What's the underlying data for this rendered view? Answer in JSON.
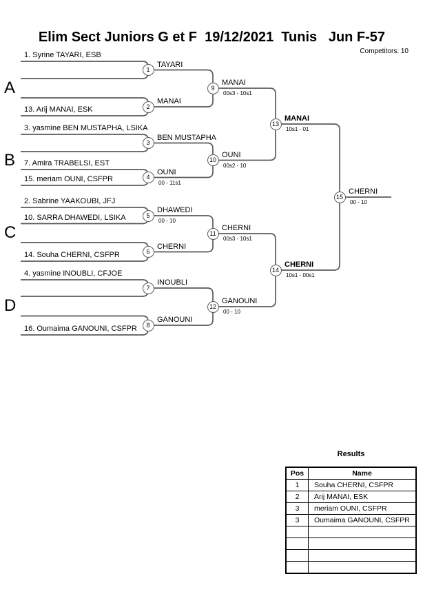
{
  "header": {
    "title": "Elim Sect Juniors G et F  19/12/2021  Tunis   Jun F-57",
    "competitors": "Competitors: 10"
  },
  "bracket": {
    "group_labels": [
      "A",
      "B",
      "C",
      "D"
    ],
    "players": [
      "1. Syrine TAYARI, ESB",
      "13. Arij MANAI, ESK",
      "3. yasmine BEN MUSTAPHA, LSIKA",
      "7. Amira TRABELSI, EST",
      "15. meriam OUNI, CSFPR",
      "2. Sabrine YAAKOUBI, JFJ",
      "10. SARRA DHAWEDI, LSIKA",
      "14. Souha CHERNI, CSFPR",
      "4. yasmine INOUBLI, CFJOE",
      "16. Oumaima GANOUNI, CSFPR"
    ],
    "matches": [
      {
        "no": "1",
        "winner": "TAYARI"
      },
      {
        "no": "2",
        "winner": "MANAI"
      },
      {
        "no": "3",
        "winner": "BEN MUSTAPHA"
      },
      {
        "no": "4",
        "winner": "OUNI",
        "score": "00 - 11s1"
      },
      {
        "no": "5",
        "winner": "DHAWEDI",
        "score": "00 - 10"
      },
      {
        "no": "6",
        "winner": "CHERNI"
      },
      {
        "no": "7",
        "winner": "INOUBLI"
      },
      {
        "no": "8",
        "winner": "GANOUNI"
      },
      {
        "no": "9",
        "winner": "MANAI",
        "score": "00s3 - 10s1"
      },
      {
        "no": "10",
        "winner": "OUNI",
        "score": "00s2 - 10"
      },
      {
        "no": "11",
        "winner": "CHERNI",
        "score": "00s3 - 10s1"
      },
      {
        "no": "12",
        "winner": "GANOUNI",
        "score": "00 - 10"
      },
      {
        "no": "13",
        "winner": "MANAI",
        "score": "10s1 - 01"
      },
      {
        "no": "14",
        "winner": "CHERNI",
        "score": "10s1 - 00s1"
      },
      {
        "no": "15",
        "winner": "CHERNI",
        "score": "00 - 10"
      }
    ]
  },
  "results": {
    "title": "Results",
    "columns": [
      "Pos",
      "Name"
    ],
    "rows": [
      [
        "1",
        "Souha CHERNI, CSFPR"
      ],
      [
        "2",
        "Arij MANAI, ESK"
      ],
      [
        "3",
        "meriam OUNI, CSFPR"
      ],
      [
        "3",
        "Oumaima GANOUNI, CSFPR"
      ],
      [
        "",
        ""
      ],
      [
        "",
        ""
      ],
      [
        "",
        ""
      ],
      [
        "",
        ""
      ]
    ]
  }
}
